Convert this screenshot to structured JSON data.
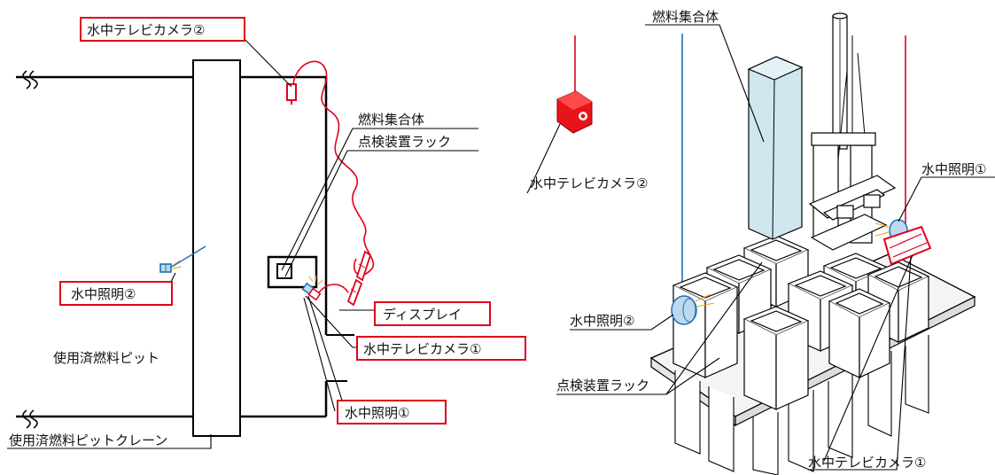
{
  "left": {
    "labels": {
      "camera2": "水中テレビカメラ②",
      "fuel_assembly": "燃料集合体",
      "inspection_rack": "点検装置ラック",
      "light2": "水中照明②",
      "display": "ディスプレイ",
      "camera1": "水中テレビカメラ①",
      "pit": "使用済燃料ピット",
      "light1": "水中照明①",
      "crane": "使用済燃料ピットクレーン"
    }
  },
  "right": {
    "labels": {
      "fuel_assembly": "燃料集合体",
      "camera2": "水中テレビカメラ②",
      "light1": "水中照明①",
      "light2": "水中照明②",
      "inspection_rack": "点検装置ラック",
      "camera1": "水中テレビカメラ①"
    }
  },
  "colors": {
    "highlight": "#e0001b",
    "cable_blue": "#1f6fb5",
    "fuel_fill": "#cfe6ef",
    "light_blue": "#bcd9ef"
  }
}
